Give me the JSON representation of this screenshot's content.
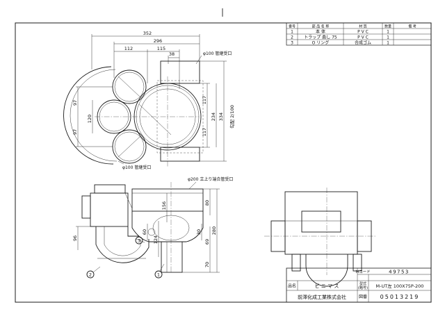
{
  "parts_table": {
    "headers": [
      "番号",
      "部 品 名 称",
      "材 質",
      "数量",
      "備 考"
    ],
    "rows": [
      {
        "no": "1",
        "name": "本 体",
        "material": "P V C",
        "qty": "1",
        "note": ""
      },
      {
        "no": "2",
        "name": "トラップ 曲し 75",
        "material": "P V C",
        "qty": "1",
        "note": ""
      },
      {
        "no": "3",
        "name": "O リング",
        "material": "合成ゴム",
        "qty": "1",
        "note": ""
      }
    ]
  },
  "top_view": {
    "dim_overall": "352",
    "dim_296": "296",
    "dim_112": "112",
    "dim_115": "115",
    "dim_38": "38",
    "pipe_top_label": "φ100 管継受口",
    "pipe_bottom_label": "φ100 管継受口",
    "dim_97_upper": "97",
    "dim_97_lower": "97",
    "dim_120": "120",
    "dim_117_upper": "117",
    "dim_117_lower": "117",
    "dim_234": "234",
    "dim_334": "334",
    "slope_label": "勾配 2/100"
  },
  "front_view": {
    "top_pipe_label": "φ200 立上り端合管受口",
    "dim_156": "156",
    "dim_80": "80",
    "dim_96": "96",
    "dim_60": "60",
    "dim_124": "124",
    "dim_30": "30",
    "dim_69": "69",
    "dim_280": "280",
    "dim_70": "70",
    "balloon_1": "1",
    "balloon_2": "2",
    "balloon_3": "3"
  },
  "title_block": {
    "m_code_label": "Mコード",
    "m_code": "49753",
    "type_label": "型式\n(略号)",
    "type_label_line1": "型式",
    "type_label_line2": "(略号)",
    "type_value": "M-UT左 100X75P-200",
    "name_label": "品名",
    "name_value": "ビ ニ マ ス",
    "drawing_no_label": "図番",
    "drawing_no": "05013219",
    "company": "前澤化成工業株式会社"
  }
}
